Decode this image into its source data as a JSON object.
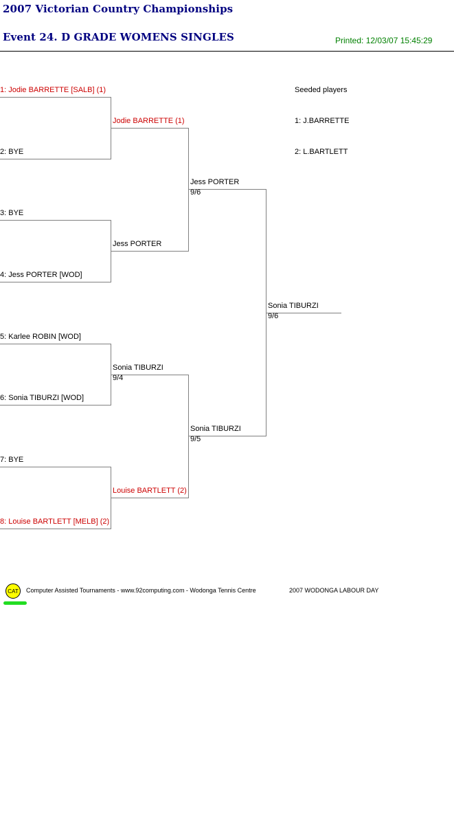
{
  "header": {
    "title": "2007 Victorian Country Championships",
    "event": "Event 24. D GRADE WOMENS SINGLES",
    "printed": "Printed: 12/03/07 15:45:29"
  },
  "colors": {
    "title": "#000080",
    "printed": "#008000",
    "seeded_player": "#cc0000",
    "bracket_line": "#808080",
    "logo_fill": "#ffff00",
    "logo_underline": "#22dd22"
  },
  "bracket": {
    "round1": [
      {
        "label": "1: Jodie BARRETTE [SALB] (1)",
        "seeded": true
      },
      {
        "label": "2: BYE",
        "seeded": false
      },
      {
        "label": "3: BYE",
        "seeded": false
      },
      {
        "label": "4: Jess PORTER [WOD]",
        "seeded": false
      },
      {
        "label": "5: Karlee ROBIN [WOD]",
        "seeded": false
      },
      {
        "label": "6: Sonia TIBURZI [WOD]",
        "seeded": false
      },
      {
        "label": "7: BYE",
        "seeded": false
      },
      {
        "label": "8: Louise BARTLETT [MELB] (2)",
        "seeded": true
      }
    ],
    "round2": [
      {
        "name": "Jodie BARRETTE (1)",
        "score": "",
        "seeded": true
      },
      {
        "name": "Jess PORTER",
        "score": "",
        "seeded": false
      },
      {
        "name": "Sonia TIBURZI",
        "score": "9/4",
        "seeded": false
      },
      {
        "name": "Louise BARTLETT (2)",
        "score": "",
        "seeded": true
      }
    ],
    "round3": [
      {
        "name": "Jess PORTER",
        "score": "9/6",
        "seeded": false
      },
      {
        "name": "Sonia TIBURZI",
        "score": "9/5",
        "seeded": false
      }
    ],
    "winner": {
      "name": "Sonia TIBURZI",
      "score": "9/6",
      "seeded": false
    }
  },
  "seeded_players": {
    "title": "Seeded players",
    "items": [
      "1: J.BARRETTE",
      "2: L.BARTLETT"
    ]
  },
  "footer": {
    "logo_text": "CAT",
    "credit": "Computer Assisted Tournaments - www.92computing.com -  Wodonga Tennis Centre",
    "event_name": "2007 WODONGA LABOUR DAY"
  }
}
